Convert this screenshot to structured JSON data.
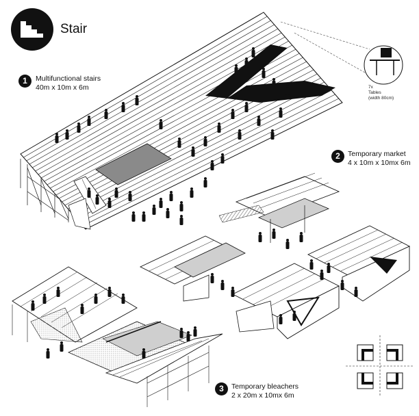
{
  "header": {
    "title": "Stair",
    "icon": "stair-icon"
  },
  "labels": [
    {
      "number": "1",
      "name": "Multifunctional stairs",
      "dims": "40m x 10m x 6m"
    },
    {
      "number": "2",
      "name": "Temporary market",
      "dims": "4 x 10m x 10mx 6m"
    },
    {
      "number": "3",
      "name": "Temporary bleachers",
      "dims": "2 x 20m x 10mx 6m"
    }
  ],
  "detail_callout": {
    "count": "7x",
    "line1": "Tables",
    "line2": "(width 80cm)"
  },
  "colors": {
    "ink": "#111111",
    "grey": "#8a8a8a",
    "light": "#cfcfcf",
    "white": "#ffffff"
  },
  "icons": [
    "stair-icon",
    "table-detail-icon",
    "layout-key-icon"
  ]
}
